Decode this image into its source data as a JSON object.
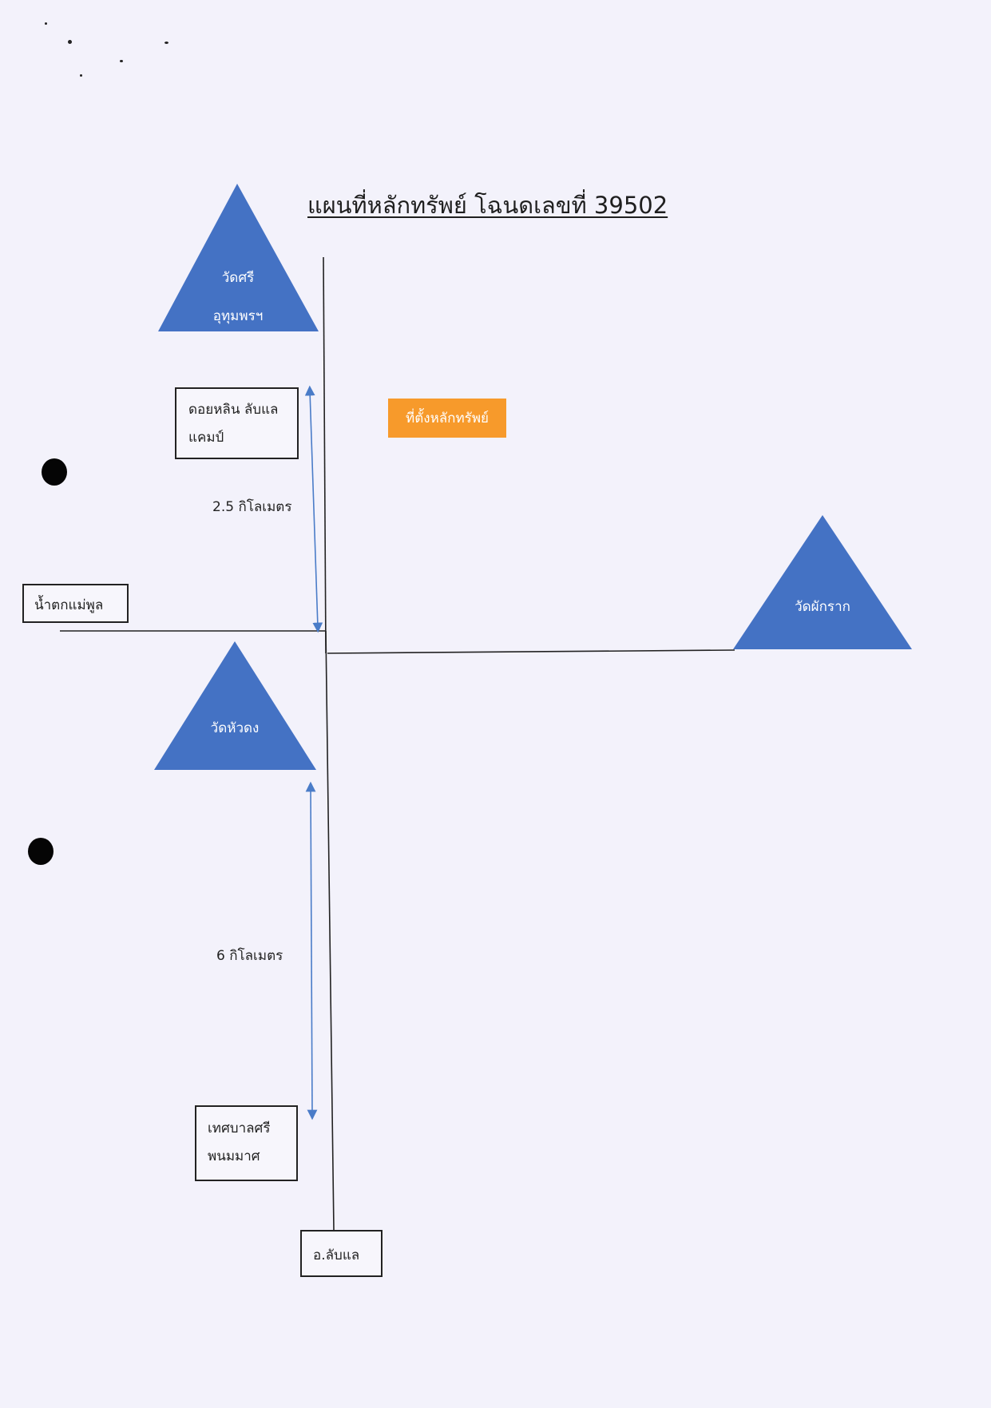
{
  "title": "แผนที่หลักทรัพย์ โฉนดเลขที่ 39502",
  "landmarks": {
    "wat_sri_line1": "วัดศรี",
    "wat_sri_line2": "อุทุมพรฯ",
    "wat_hua_dong": "วัดหัวดง",
    "wat_phak_rat": "วัดผักราก"
  },
  "boxes": {
    "doi_lin_line1": "ดอยหลิน ลับแล",
    "doi_lin_line2": "แคมป์",
    "nam_tok": "น้ำตกแม่พูล",
    "thesaban_line1": "เทศบาลศรี",
    "thesaban_line2": "พนมมาศ",
    "amphoe": "อ.ลับแล"
  },
  "distances": {
    "upper": "2.5 กิโลเมตร",
    "lower": "6 กิโลเมตร"
  },
  "property_marker": "ที่ตั้งหลักทรัพย์",
  "colors": {
    "triangle": "#4472c4",
    "marker": "#f79a2b",
    "arrow": "#4a7cc8"
  }
}
